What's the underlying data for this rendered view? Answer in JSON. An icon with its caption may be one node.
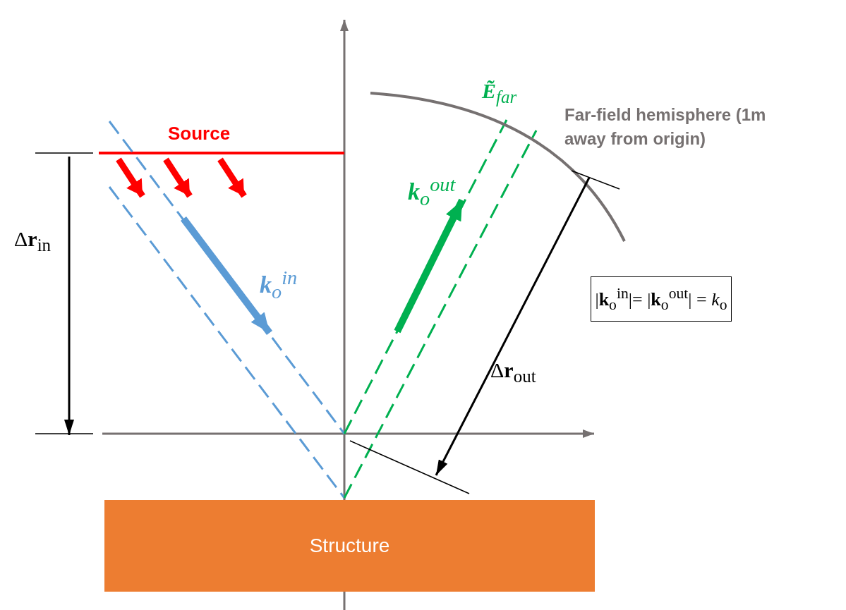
{
  "diagram": {
    "nodes": [
      {
        "text": [
          "Structure"
        ]
      },
      {
        "text": [
          "|**k**$_{o}$$^{in}$|= |**k**$_{o}$$^{out}$| = *k*$_{o}$"
        ]
      }
    ],
    "labels": [
      "Source",
      "Far-field hemisphere (1m away from origin)",
      "Δ**r**$_{in}$",
      "**k**$_{o}$$^{in}$",
      "**Ẽ**$_{far}$",
      "**k**$_{o}$$^{out}$",
      "Δ**r**$_{out}$"
    ]
  }
}
